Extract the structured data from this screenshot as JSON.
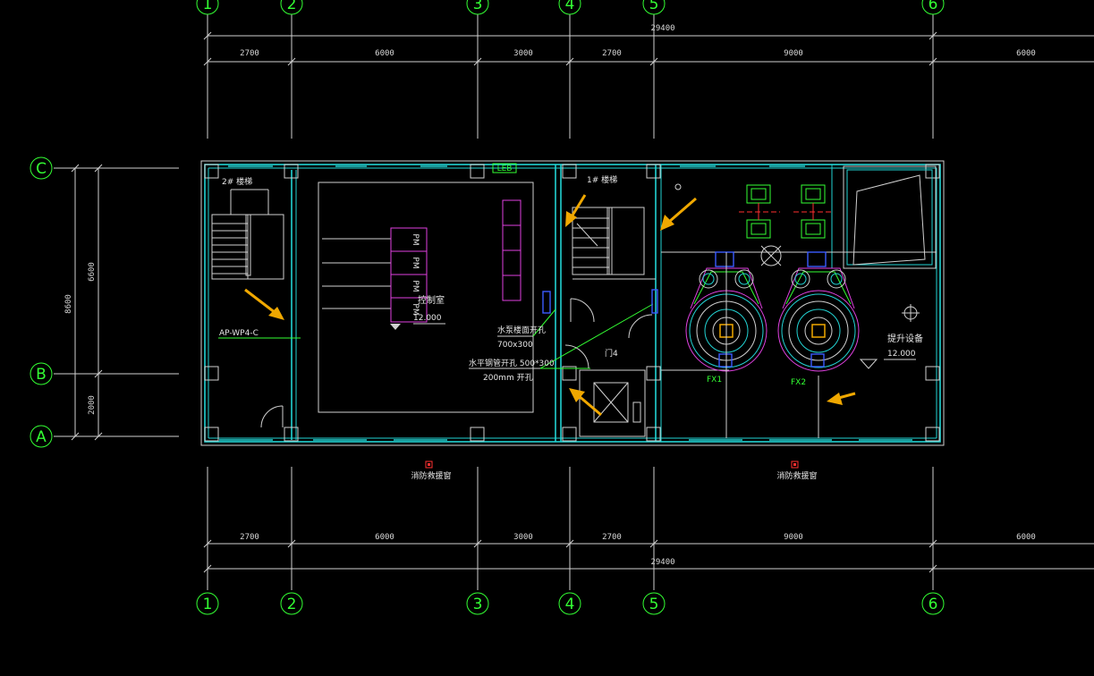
{
  "axes": {
    "columns": [
      "1",
      "2",
      "3",
      "4",
      "5",
      "6"
    ],
    "rows": [
      "C",
      "B",
      "A"
    ]
  },
  "dimensions": {
    "segments": [
      "2700",
      "6000",
      "3000",
      "2700",
      "9000",
      "6000"
    ],
    "total": "29400",
    "vertical_total": "8600",
    "vertical_segments": [
      "6600",
      "2000"
    ]
  },
  "labels": {
    "stair_2": "2# 楼梯",
    "stair_1": "1# 楼梯",
    "control_room": "控制室",
    "control_level": "12.000",
    "panel": "AP-WP4-C",
    "leb": "LEB",
    "hole_1_title": "水泵楼面开孔",
    "hole_1_size": "700x300",
    "hole_2_title": "水平钢管开孔  500*300",
    "hole_2_size": "200mm  开孔",
    "elevator": "门4",
    "lift_equipment": "提升设备",
    "lift_level": "12.000",
    "fx1": "FX1",
    "fx2": "FX2",
    "rescue_window_1": "消防救援窗",
    "rescue_window_2": "消防救援窗",
    "cabinet_labels": [
      "PM",
      "PM",
      "PM",
      "PM"
    ]
  },
  "colors": {
    "background": "#000000",
    "wall": "#22d3d3",
    "dimension": "#d0d0d0",
    "axis": "#33ff33",
    "cabinet": "#e040e0",
    "highlight": "#f0a800"
  }
}
